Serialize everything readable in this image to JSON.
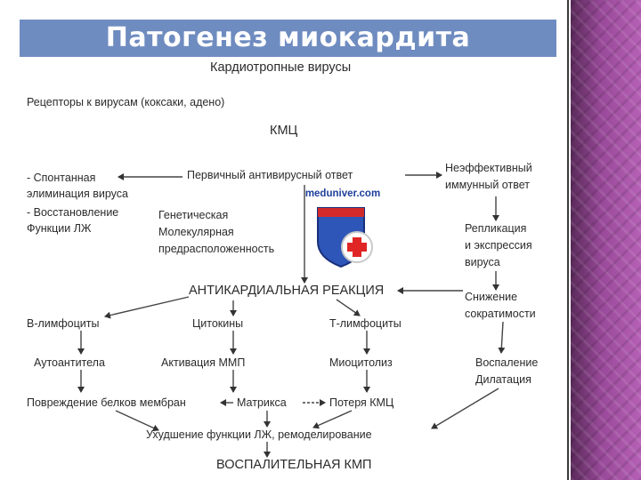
{
  "title": "Патогенез миокардита",
  "logo_text": "meduniver.com",
  "nodes": {
    "viruses": "Кардиотропные вирусы",
    "receptors": "Рецепторы к вирусам (коксаки, адено)",
    "kmc": "КМЦ",
    "primary": "Первичный антивирусный ответ",
    "spont1": "- Спонтанная",
    "spont2": "элиминация вируса",
    "restore1": "- Восстановление",
    "restore2": "Функции ЛЖ",
    "ineff1": "Неэффективный",
    "ineff2": "иммунный ответ",
    "gen1": "Генетическая",
    "gen2": "Молекулярная",
    "gen3": "предрасположенность",
    "repl1": "Репликация",
    "repl2": "и экспрессия",
    "repl3": "вируса",
    "anticard": "АНТИКАРДИАЛЬНАЯ РЕАКЦИЯ",
    "decr1": "Снижение",
    "decr2": "сократимости",
    "blymph": "В-лимфоциты",
    "cytokines": "Цитокины",
    "tlymph": "Т-лимфоциты",
    "autoab": "Аутоантитела",
    "mmp": "Активация ММП",
    "cytolysis": "Миоцитолиз",
    "infl1": "Воспаление",
    "infl2": "Дилатация",
    "damage": "Повреждение белков мембран",
    "matrix": "Матрикса",
    "loss": "Потеря КМЦ",
    "worsening": "Ухудшение функции ЛЖ, ремоделирование",
    "final": "ВОСПАЛИТЕЛЬНАЯ КМП"
  }
}
